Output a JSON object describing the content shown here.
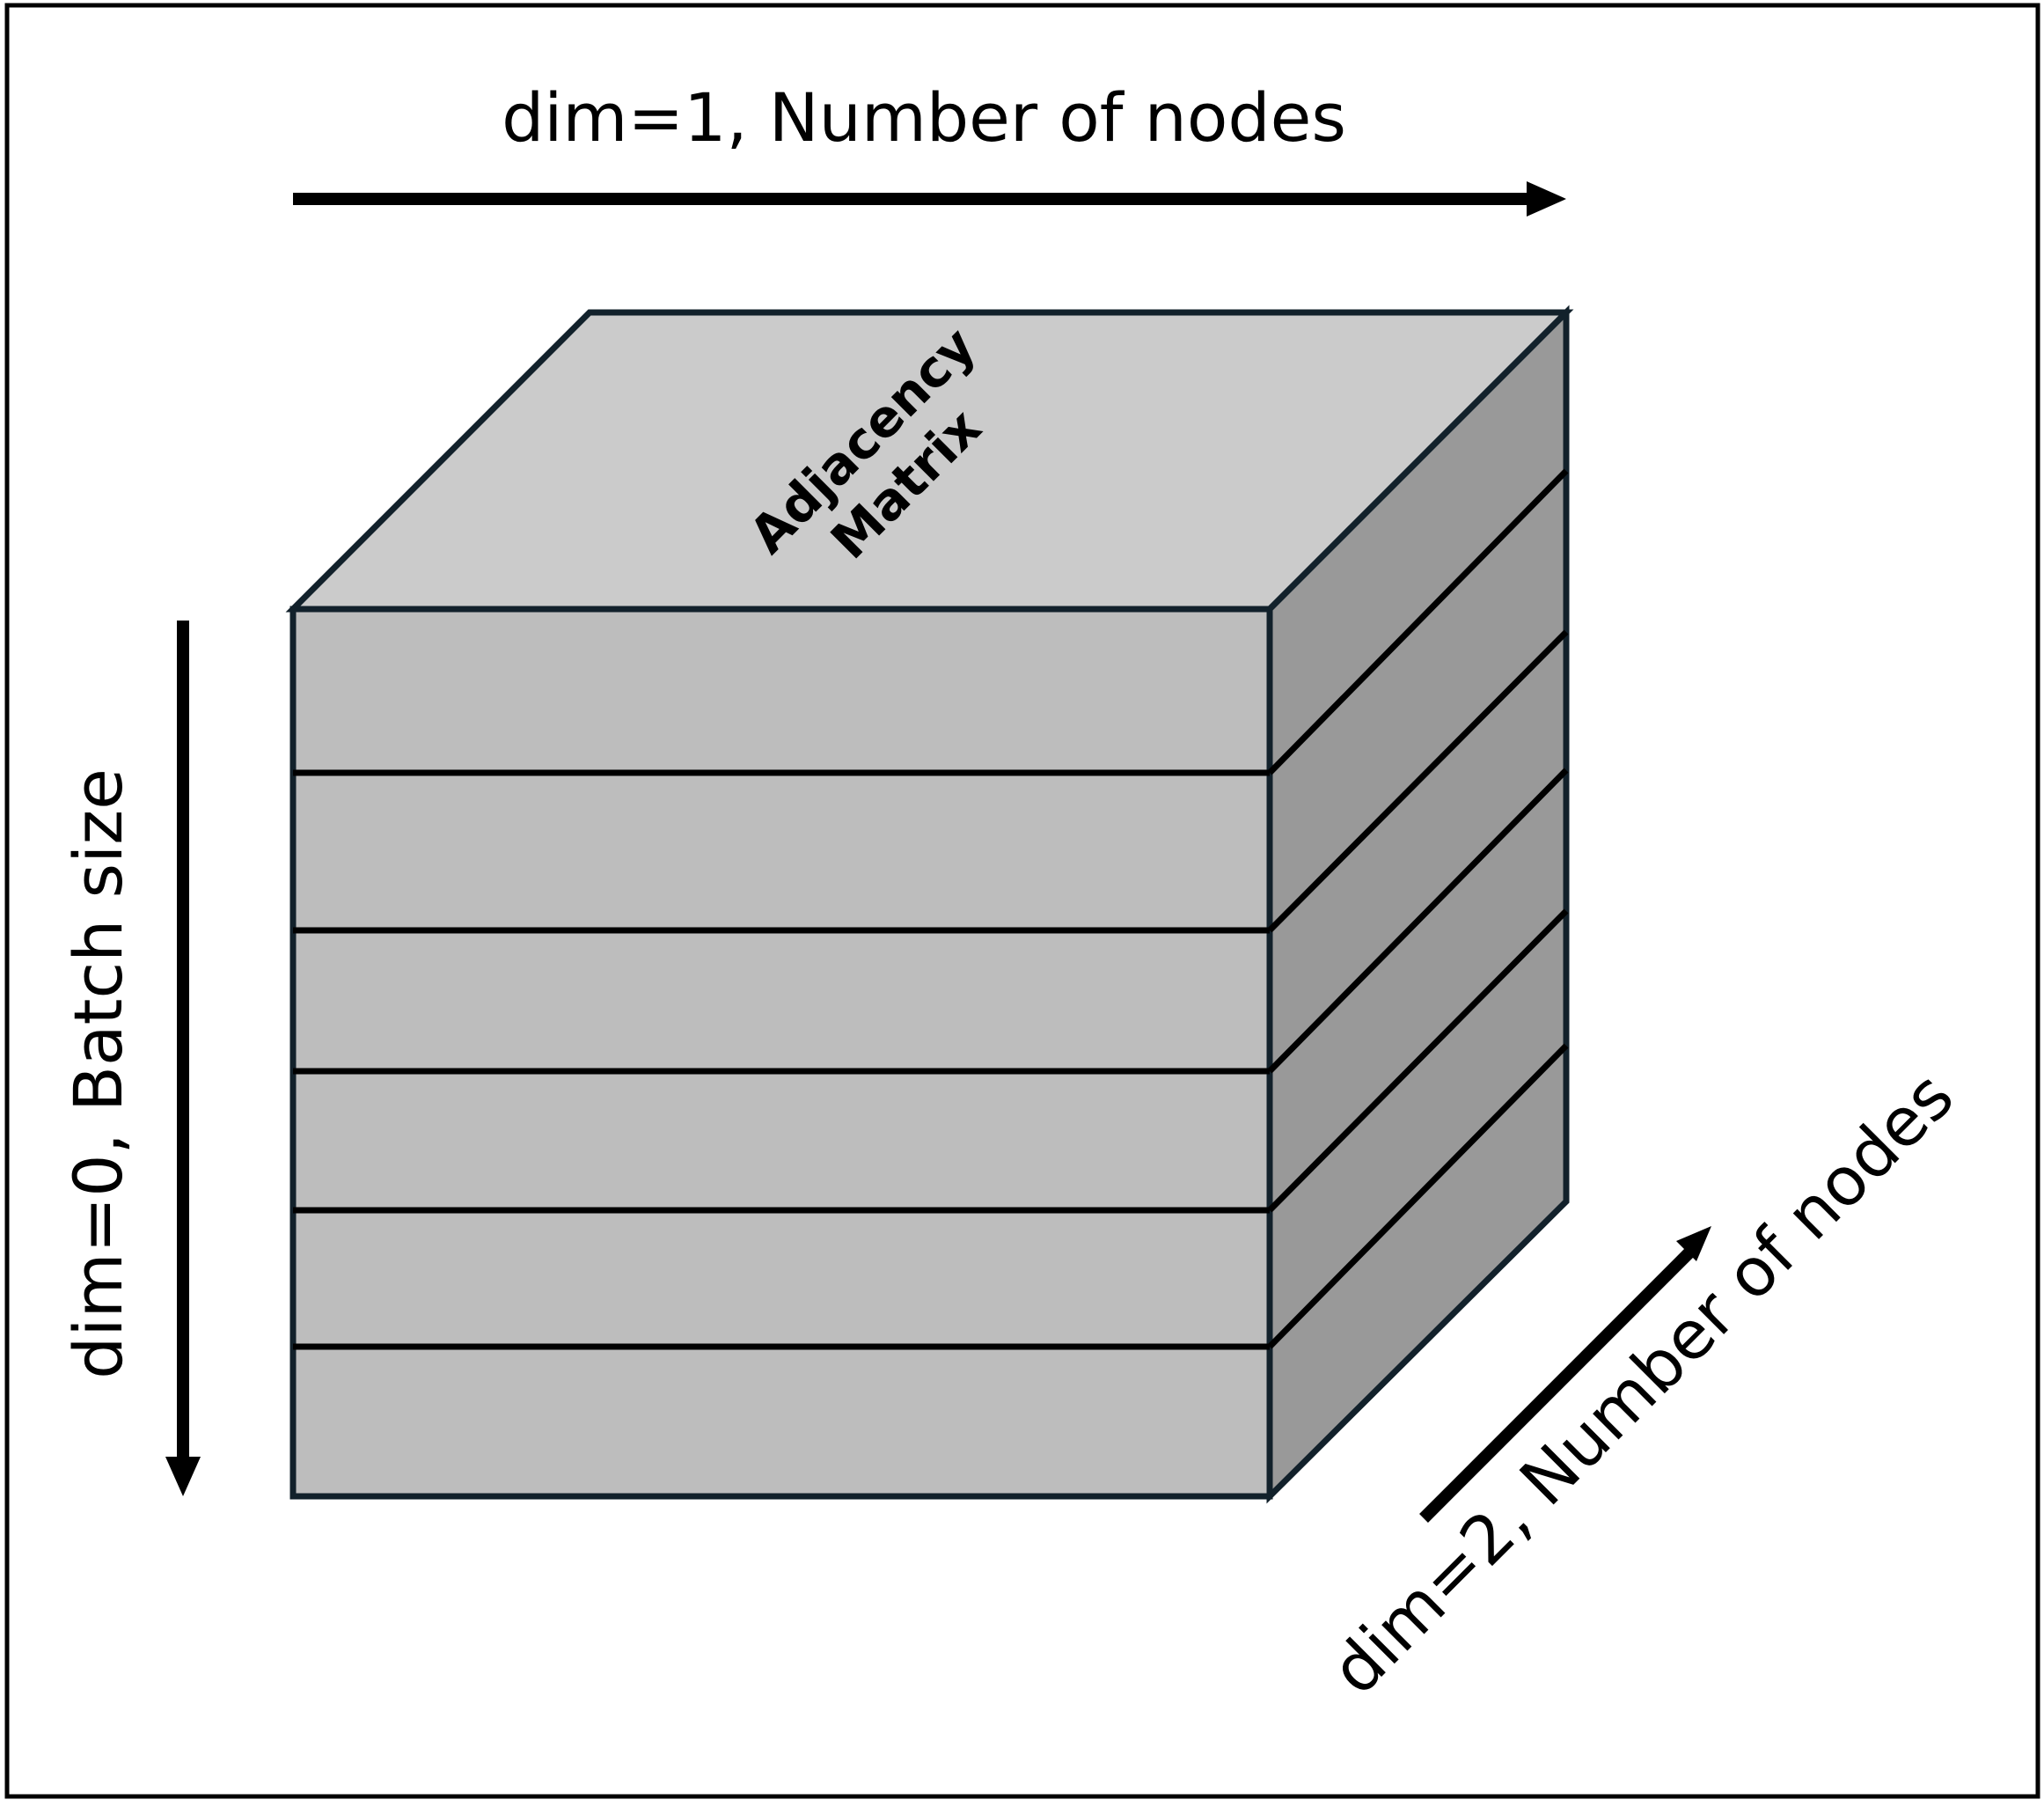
{
  "diagram": {
    "matrix_label": [
      "Adjacency",
      "Matrix"
    ],
    "axes": {
      "dim1": "dim=1, Number of nodes",
      "dim0": "dim=0, Batch size",
      "dim2": "dim=2, Number of nodes"
    },
    "layer_count": 6
  }
}
